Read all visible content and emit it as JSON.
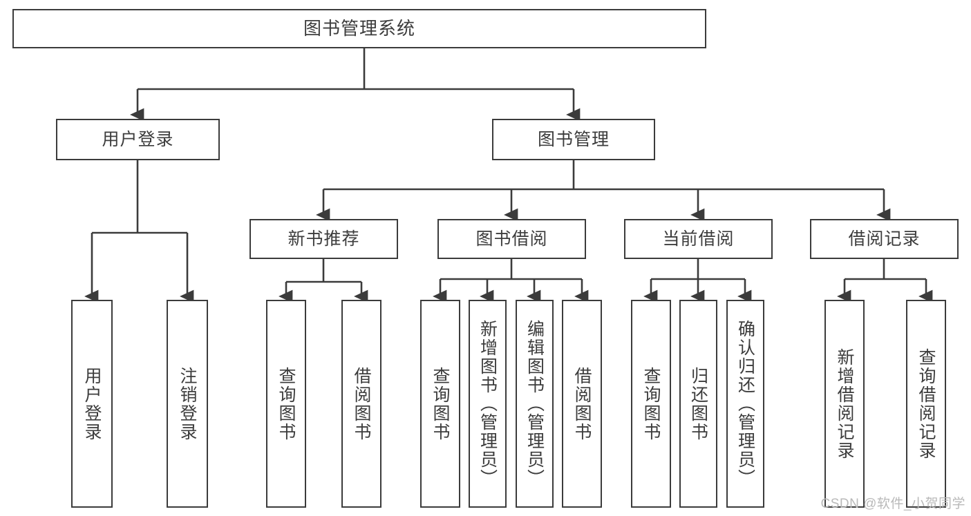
{
  "diagram": {
    "title": "图书管理系统",
    "type": "tree",
    "orientation": "top-down",
    "colors": {
      "background": "#ffffff",
      "box_border": "#3b3b3b",
      "connector": "#3b3b3b",
      "text": "#3c3c3c",
      "watermark": "#b9b9b9"
    },
    "watermark": "CSDN @软件_小贺同学",
    "root": {
      "label": "图书管理系统"
    },
    "level2": [
      {
        "id": "user-login",
        "label": "用户登录"
      },
      {
        "id": "book-manage",
        "label": "图书管理"
      }
    ],
    "level3": [
      {
        "id": "new-book-rec",
        "label": "新书推荐",
        "parent": "book-manage"
      },
      {
        "id": "book-borrow",
        "label": "图书借阅",
        "parent": "book-manage"
      },
      {
        "id": "current-borrow",
        "label": "当前借阅",
        "parent": "book-manage"
      },
      {
        "id": "borrow-record",
        "label": "借阅记录",
        "parent": "book-manage"
      }
    ],
    "leaves": [
      {
        "id": "leaf-user-login",
        "label": "用户登录",
        "parent": "user-login"
      },
      {
        "id": "leaf-logout",
        "label": "注销登录",
        "parent": "user-login"
      },
      {
        "id": "leaf-query-book-1",
        "label": "查询图书",
        "parent": "new-book-rec"
      },
      {
        "id": "leaf-borrow-book-1",
        "label": "借阅图书",
        "parent": "new-book-rec"
      },
      {
        "id": "leaf-query-book-2",
        "label": "查询图书",
        "parent": "book-borrow"
      },
      {
        "id": "leaf-add-book",
        "label": "新增图书（管理员）",
        "parent": "book-borrow"
      },
      {
        "id": "leaf-edit-book",
        "label": "编辑图书（管理员）",
        "parent": "book-borrow"
      },
      {
        "id": "leaf-borrow-book-2",
        "label": "借阅图书",
        "parent": "book-borrow"
      },
      {
        "id": "leaf-query-book-3",
        "label": "查询图书",
        "parent": "current-borrow"
      },
      {
        "id": "leaf-return-book",
        "label": "归还图书",
        "parent": "current-borrow"
      },
      {
        "id": "leaf-confirm-return",
        "label": "确认归还（管理员）",
        "parent": "current-borrow"
      },
      {
        "id": "leaf-add-record",
        "label": "新增借阅记录",
        "parent": "borrow-record"
      },
      {
        "id": "leaf-query-record",
        "label": "查询借阅记录",
        "parent": "borrow-record"
      }
    ]
  }
}
